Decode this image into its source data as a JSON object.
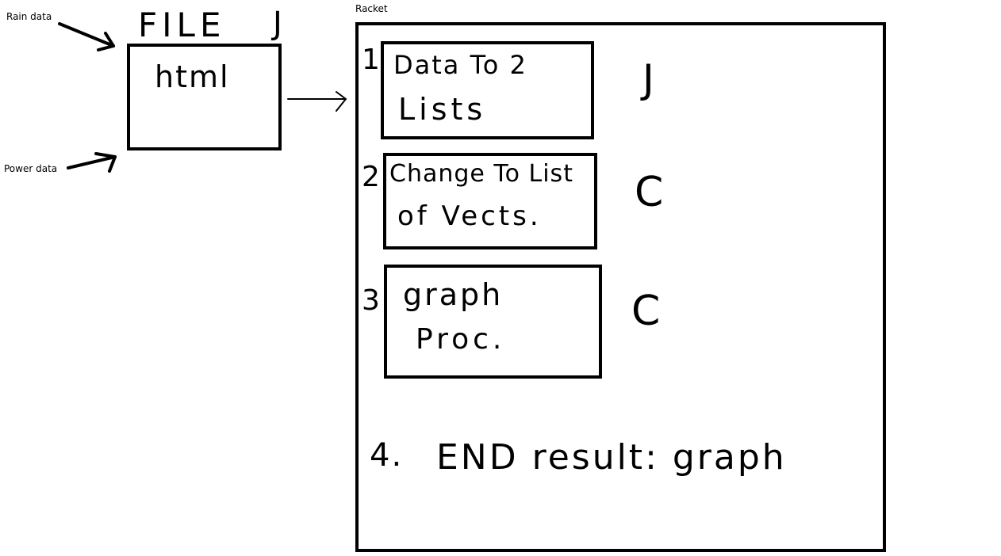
{
  "inputs": {
    "rain_label": "Rain data",
    "power_label": "Power data"
  },
  "file_block": {
    "title": "FILE",
    "assignee": "J",
    "box_text": "html"
  },
  "racket": {
    "label": "Racket",
    "steps": [
      {
        "number": "1",
        "line1": "Data To 2",
        "line2": "Lists",
        "assignee": "J"
      },
      {
        "number": "2",
        "line1": "Change To List",
        "line2": "of Vects.",
        "assignee": "C"
      },
      {
        "number": "3",
        "line1": "graph",
        "line2": "Proc.",
        "assignee": "C"
      }
    ],
    "final_step": {
      "number": "4.",
      "text": "END result: graph"
    }
  }
}
